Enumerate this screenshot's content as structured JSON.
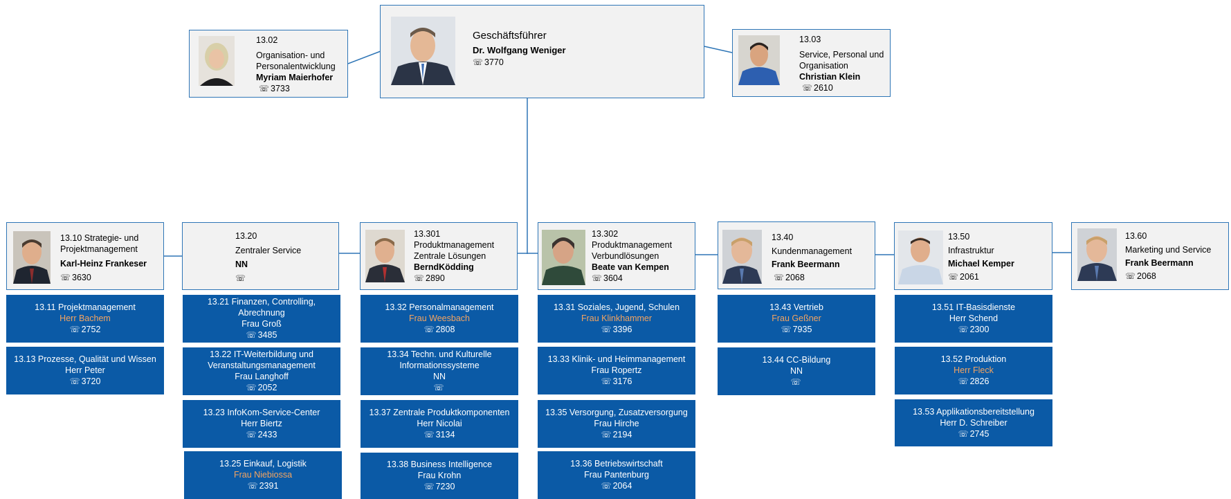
{
  "colors": {
    "manager_bg": "#f2f2f2",
    "manager_border": "#2e75b6",
    "unit_bg": "#0b5aa6",
    "unit_text": "#ffffff",
    "vacant_highlight": "#f4a460",
    "connector": "#2e75b6"
  },
  "phone_icon": "telephone-icon",
  "top": {
    "ceo": {
      "title": "Geschäftsführer",
      "name": "Dr. Wolfgang Weniger",
      "phone": "3770"
    },
    "left": {
      "code": "13.02",
      "title1": "Organisation- und",
      "title2": "Personalentwicklung",
      "name": "Myriam Maierhofer",
      "phone": "3733"
    },
    "right": {
      "code": "13.03",
      "title1": "Service, Personal und",
      "title2": "Organisation",
      "name": "Christian Klein",
      "phone": "2610"
    }
  },
  "departments": [
    {
      "head": {
        "lines": [
          "13.10 Strategie- und",
          "Projektmanagement"
        ],
        "name": "Karl-Heinz Frankeser",
        "phone": "3630"
      },
      "units": [
        {
          "lines": [
            "13.11 Projektmanagement"
          ],
          "person": "Herr Bachem",
          "highlight": true,
          "phone": "2752"
        },
        {
          "lines": [
            "13.13 Prozesse, Qualität und Wissen"
          ],
          "person": "Herr Peter",
          "highlight": false,
          "phone": "3720"
        }
      ]
    },
    {
      "head": {
        "lines": [
          "13.20",
          "Zentraler Service"
        ],
        "name": "NN",
        "phone": ""
      },
      "units": [
        {
          "lines": [
            "13.21 Finanzen, Controlling, Abrechnung"
          ],
          "person": "Frau Groß",
          "highlight": false,
          "phone": "3485"
        },
        {
          "lines": [
            "13.22 IT-Weiterbildung und",
            "Veranstaltungsmanagement"
          ],
          "person": "Frau Langhoff",
          "highlight": false,
          "phone": "2052"
        },
        {
          "lines": [
            "13.23 InfoKom-Service-Center"
          ],
          "person": "Herr Biertz",
          "highlight": false,
          "phone": "2433"
        },
        {
          "lines": [
            "13.25 Einkauf, Logistik"
          ],
          "person": "Frau Niebiossa",
          "highlight": true,
          "phone": "2391"
        }
      ]
    },
    {
      "head": {
        "lines": [
          "13.301",
          "Produktmanagement",
          "Zentrale Lösungen"
        ],
        "name": "BerndKödding",
        "phone": "2890"
      },
      "units": [
        {
          "lines": [
            "13.32 Personalmanagement"
          ],
          "person": "Frau Weesbach",
          "highlight": true,
          "phone": "2808"
        },
        {
          "lines": [
            "13.34 Techn. und Kulturelle",
            "Informationssysteme"
          ],
          "person": "NN",
          "highlight": false,
          "phone": ""
        },
        {
          "lines": [
            "13.37  Zentrale Produktkomponenten"
          ],
          "person": "Herr Nicolai",
          "highlight": false,
          "phone": "3134"
        },
        {
          "lines": [
            "13.38 Business Intelligence"
          ],
          "person": "Frau Krohn",
          "highlight": false,
          "phone": "7230"
        }
      ]
    },
    {
      "head": {
        "lines": [
          "13.302",
          "Produktmanagement",
          "Verbundlösungen"
        ],
        "name": "Beate van Kempen",
        "phone": "3604"
      },
      "units": [
        {
          "lines": [
            "13.31 Soziales, Jugend, Schulen"
          ],
          "person": "Frau Klinkhammer",
          "highlight": true,
          "phone": "3396"
        },
        {
          "lines": [
            "13.33 Klinik- und Heimmanagement"
          ],
          "person": "Frau Ropertz",
          "highlight": false,
          "phone": "3176"
        },
        {
          "lines": [
            "13.35 Versorgung, Zusatzversorgung"
          ],
          "person": "Frau Hirche",
          "highlight": false,
          "phone": "2194"
        },
        {
          "lines": [
            "13.36 Betriebswirtschaft"
          ],
          "person": "Frau Pantenburg",
          "highlight": false,
          "phone": "2064"
        }
      ]
    },
    {
      "head": {
        "lines": [
          "13.40",
          "Kundenmanagement"
        ],
        "name": "Frank Beermann",
        "phone": "2068"
      },
      "units": [
        {
          "lines": [
            "13.43 Vertrieb"
          ],
          "person": "Frau Geßner",
          "highlight": true,
          "phone": "7935"
        },
        {
          "lines": [
            "13.44 CC-Bildung"
          ],
          "person": "NN",
          "highlight": false,
          "phone": ""
        }
      ]
    },
    {
      "head": {
        "lines": [
          "13.50",
          "Infrastruktur"
        ],
        "name": "Michael Kemper",
        "phone": "2061"
      },
      "units": [
        {
          "lines": [
            "13.51 IT-Basisdienste"
          ],
          "person": "Herr Schend",
          "highlight": false,
          "phone": "2300"
        },
        {
          "lines": [
            "13.52 Produktion"
          ],
          "person": "Herr Fleck",
          "highlight": true,
          "phone": "2826"
        },
        {
          "lines": [
            "13.53 Applikationsbereitstellung"
          ],
          "person": "Herr D. Schreiber",
          "highlight": false,
          "phone": "2745"
        }
      ]
    },
    {
      "head": {
        "lines": [
          "13.60",
          "Marketing und Service"
        ],
        "name": "Frank Beermann",
        "phone": "2068"
      },
      "units": []
    }
  ]
}
